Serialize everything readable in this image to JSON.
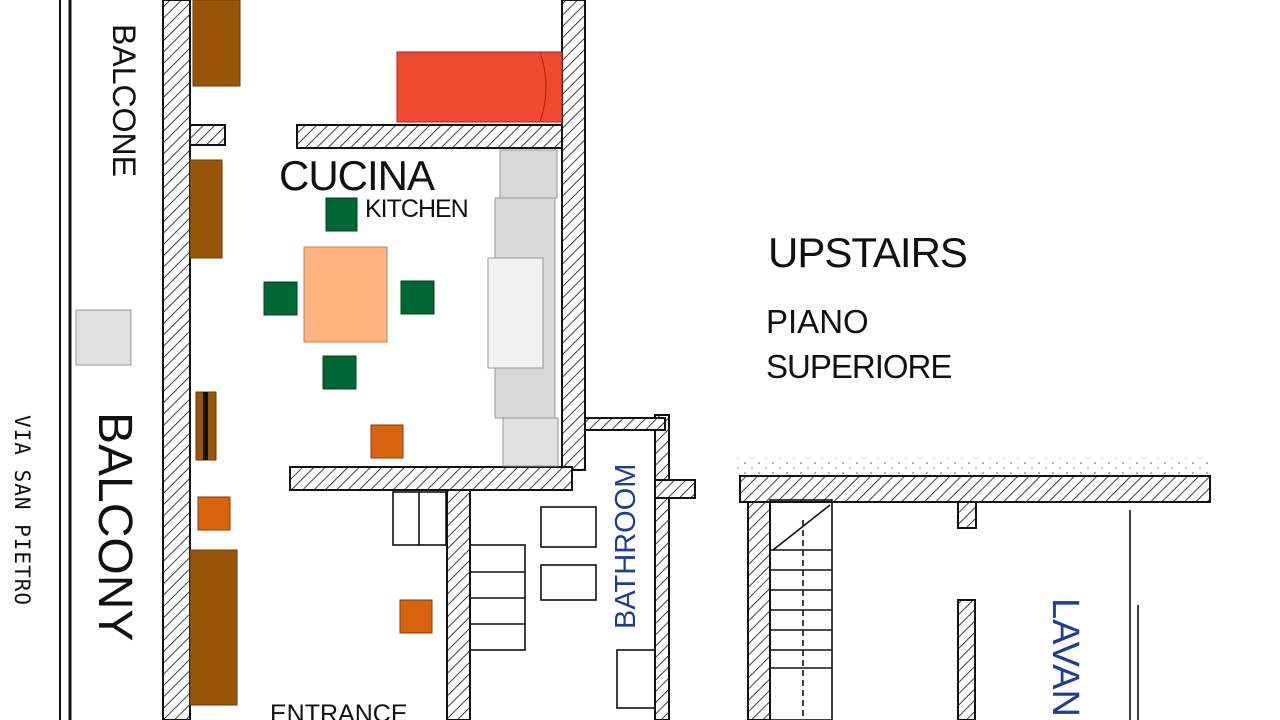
{
  "plan": {
    "labels": {
      "balcone": "BALCONE",
      "balcony": "BALCONY",
      "street": "VIA SAN PIETRO",
      "cucina": "CUCINA",
      "kitchen": "KITCHEN",
      "upstairs": "UPSTAIRS",
      "piano": "PIANO",
      "superiore": "SUPERIORE",
      "bathroom": "BATHROOM",
      "lavan": "LAVAN",
      "entrance": "ENTRANCE"
    },
    "colors": {
      "wood": "#9a5608",
      "bed": "#f04a30",
      "table": "#fdb47f",
      "chair": "#006633",
      "stool": "#d96410",
      "counter": "#d8d8d8",
      "label_blue": "#1d3f8f"
    }
  }
}
